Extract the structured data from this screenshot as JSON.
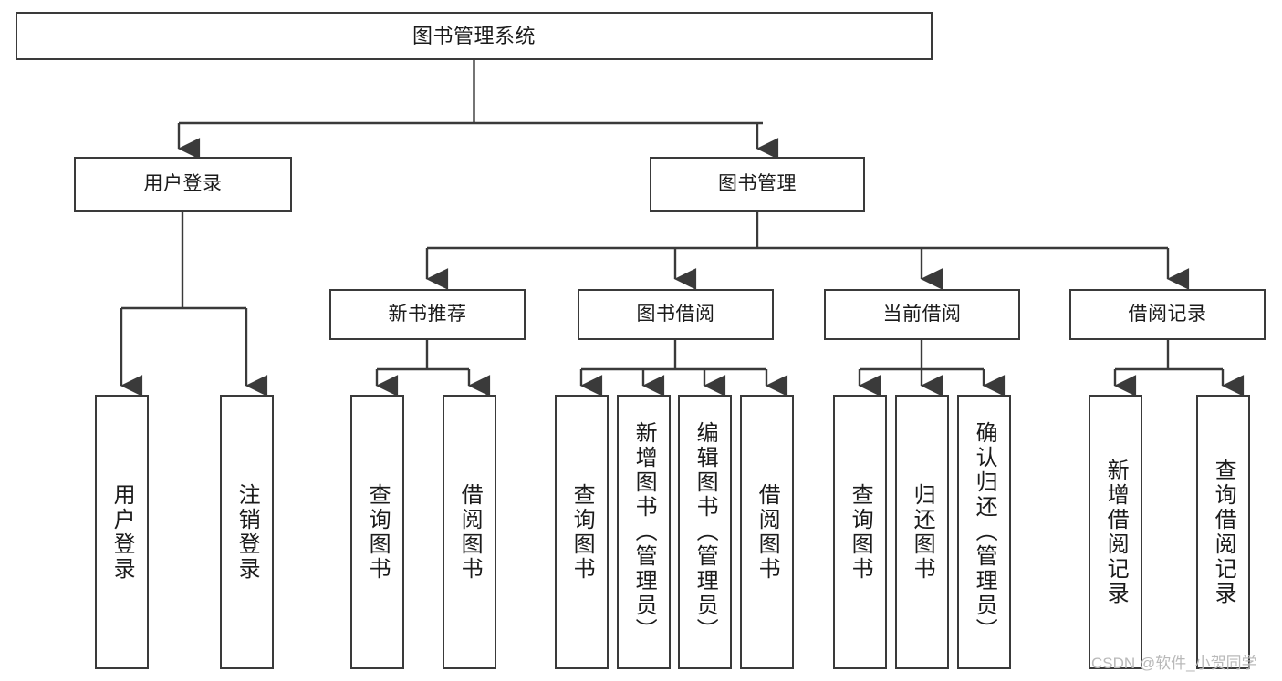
{
  "diagram": {
    "type": "tree",
    "title": "图书管理系统",
    "root": {
      "label": "图书管理系统"
    },
    "level1": [
      {
        "label": "用户登录"
      },
      {
        "label": "图书管理"
      }
    ],
    "level2": [
      {
        "label": "新书推荐"
      },
      {
        "label": "图书借阅"
      },
      {
        "label": "当前借阅"
      },
      {
        "label": "借阅记录"
      }
    ],
    "leaves": {
      "user_login": [
        {
          "label": "用户登录"
        },
        {
          "label": "注销登录"
        }
      ],
      "new_book": [
        {
          "label": "查询图书"
        },
        {
          "label": "借阅图书"
        }
      ],
      "borrow": [
        {
          "label": "查询图书"
        },
        {
          "label": "新增图书（管理员）"
        },
        {
          "label": "编辑图书（管理员）"
        },
        {
          "label": "借阅图书"
        }
      ],
      "current": [
        {
          "label": "查询图书"
        },
        {
          "label": "归还图书"
        },
        {
          "label": "确认归还（管理员）"
        }
      ],
      "records": [
        {
          "label": "新增借阅记录"
        },
        {
          "label": "查询借阅记录"
        }
      ]
    }
  },
  "watermark": {
    "text": "CSDN @软件_小贺同学"
  },
  "colors": {
    "stroke": "#3a3a3a",
    "fill": "#ffffff",
    "text": "#1b1b1b",
    "watermark": "#b9b9b9"
  }
}
